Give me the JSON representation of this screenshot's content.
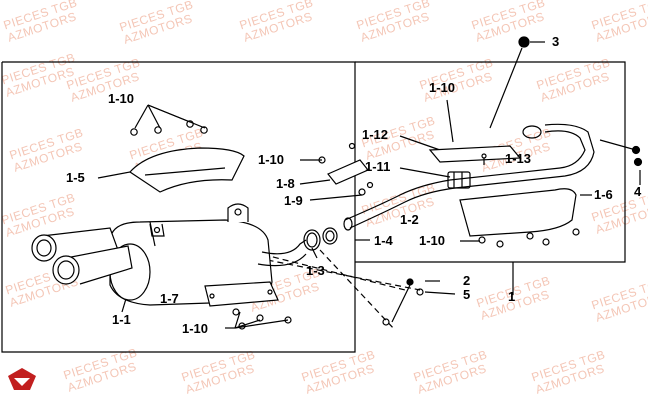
{
  "watermark": {
    "line1": "PIECES TGB",
    "line2": "AZMOTORS"
  },
  "labels": {
    "p3": "3",
    "p4": "4",
    "p1_10_top": "1-10",
    "p1_10_mid": "1-10",
    "p1_10_right": "1-10",
    "p1_10_low": "1-10",
    "p1_10_bot": "1-10",
    "p1_12": "1-12",
    "p1_11": "1-11",
    "p1_13": "1-13",
    "p1_5": "1-5",
    "p1_8": "1-8",
    "p1_9": "1-9",
    "p1_2": "1-2",
    "p1_6": "1-6",
    "p1_4": "1-4",
    "p1_3": "1-3",
    "p1_7": "1-7",
    "p1_1": "1-1",
    "p2": "2",
    "p5": "5",
    "p1": "1"
  }
}
